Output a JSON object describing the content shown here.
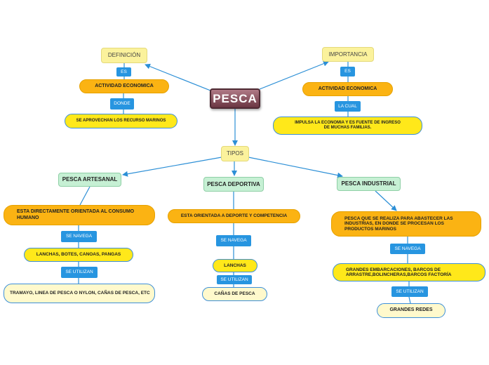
{
  "root": "PESCA",
  "definicion": {
    "title": "DEFINICIÓN",
    "es": "ES",
    "actividad": "ACTIVIDAD ECONOMICA",
    "donde": "DONDE",
    "detalle": "SE APROVECHAN LOS RECURSO MARINOS"
  },
  "importancia": {
    "title": "IMPORTANCIA",
    "es": "ES",
    "actividad": "ACTIVIDAD ECONOMICA",
    "la_cual": "LA CUAL",
    "detalle": "IMPULSA LA ECONOMIA Y ES FUENTE DE INGRESO DE MUCHAS FAMILIAS."
  },
  "tipos": {
    "title": "TIPOS",
    "artesanal": {
      "title": "PESCA ARTESANAL",
      "desc": "ESTA DIRECTAMENTE ORIENTADA AL CONSUMO HUMANO",
      "se_navega": "SE NAVEGA",
      "navega": "LANCHAS, BOTES, CANOAS, PANGAS",
      "se_utilizan": "SE UTILIZAN",
      "utilizan": "TRAMAYO, LINEA DE PESCA O NYLON, CAÑAS DE PESCA, ETC"
    },
    "deportiva": {
      "title": "PESCA DEPORTIVA",
      "desc": "ESTA ORIENTADA A DEPORTE Y COMPETENCIA",
      "se_navega": "SE NAVEGA",
      "navega": "LANCHAS",
      "se_utilizan": "SE UTILIZAN",
      "utilizan": "CAÑAS DE PESCA"
    },
    "industrial": {
      "title": "PESCA INDUSTRIAL",
      "desc": "PESCA QUE SE REALIZA PARA ABASTECER LAS INDUSTRIAS, EN DONDE SE PROCESAN LOS PRODUCTOS MARINOS",
      "se_navega": "SE NAVEGA",
      "navega": "GRANDES EMBARCACIONES, BARCOS DE ARRASTRE,BOLINCHERAS,BARCOS FACTORÍA",
      "se_utilizan": "SE UTILIZAN",
      "utilizan": "GRANDES REDES"
    }
  },
  "colors": {
    "root": "#7a4450",
    "category": "#fbf29c",
    "subtype": "#c6f0d4",
    "connector": "#2795e0",
    "orange": "#fbb313",
    "yellow": "#ffe81a",
    "cream": "#fff9cc",
    "link": "#2c8fd6"
  }
}
